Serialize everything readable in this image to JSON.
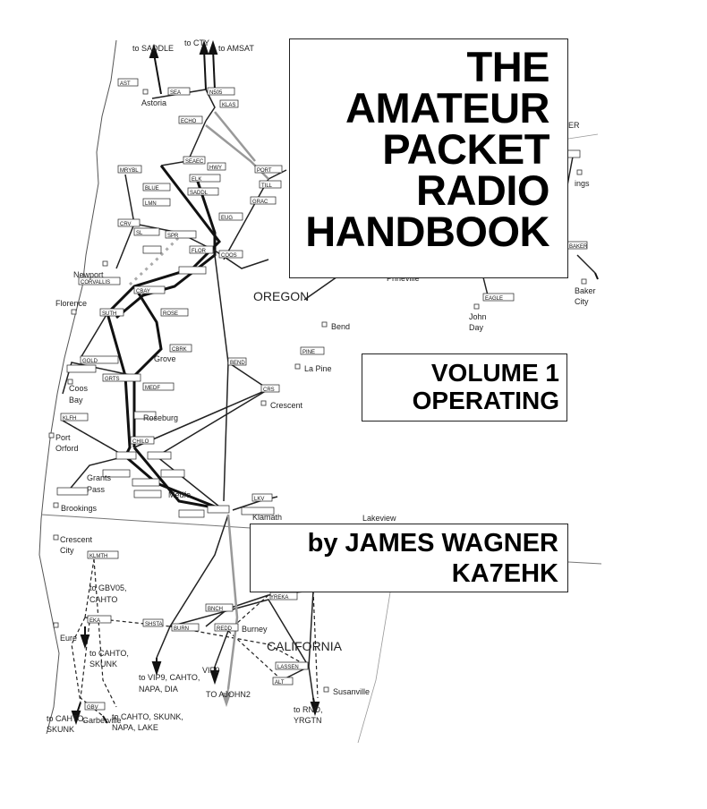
{
  "title_block": {
    "lines": [
      "THE",
      "AMATEUR",
      "PACKET",
      "RADIO",
      "HANDBOOK"
    ]
  },
  "volume_block": {
    "line1": "VOLUME 1",
    "line2": "OPERATING"
  },
  "author_block": {
    "line1": "by JAMES WAGNER",
    "line2": "KA7EHK"
  },
  "map": {
    "states": {
      "oregon": "OREGON",
      "california": "CALIFORNIA"
    },
    "places": {
      "astoria": "Astoria",
      "newport": "Newport",
      "florence": "Florence",
      "coos": "Coos",
      "bay": "Bay",
      "port": "Port",
      "orford": "Orford",
      "grants": "Grants",
      "pass": "Pass",
      "brookings": "Brookings",
      "crescent": "Crescent",
      "city": "City",
      "bend": "Bend",
      "la_pine": "La Pine",
      "crescent_east": "Crescent",
      "lakeview": "Lakeview",
      "john": "John",
      "day": "Day",
      "baker": "Baker",
      "baker_city": "City",
      "burney": "Burney",
      "susanville": "Susanville",
      "eureka": "Eure",
      "garberville": "Garberville",
      "grove": "Grove",
      "roseburg": "Roseburg",
      "medford": "Medfo",
      "klamath": "Klamath",
      "prineville": "Prineville",
      "ings": "ings",
      "er": "ER"
    },
    "links": {
      "to_saddle": "to SADDLE",
      "to_cty": "to CTY",
      "to_amsat": "to AMSAT",
      "to_gbv05": "to GBV05,",
      "to_gbv05_b": "CAHTO",
      "to_cahto": "to CAHTO,",
      "to_cahto_b": "SKUNK",
      "to_vip9": "to VIP9, CAHTO,",
      "to_vip9_b": "NAPA, DIA",
      "vip9": "VIP9",
      "to_john2": "TO AJOHN2",
      "to_rno": "to RNO,",
      "to_rno_b": "YRGTN",
      "to_cahto_sk": "to CAHTO, SKUNK,",
      "to_cahto_sk_b": "NAPA, LAKE",
      "to_cahto_w": "to CAHTO,",
      "to_cahto_w_b": "SKUNK"
    },
    "nodes": {
      "n1": "AST",
      "n2": "SEA",
      "n3": "N505",
      "n4": "KLAS",
      "n5": "ECHO",
      "n6": "SEAEC",
      "n7": "HWY",
      "n8": "MRYBL",
      "n9": "ELK",
      "n10": "BLUE",
      "n11": "SADDL",
      "n12": "PORT",
      "n13": "TILL",
      "n14": "GRAC",
      "n15": "LMN",
      "n16": "CRV",
      "n17": "CORVALLIS",
      "n18": "SL",
      "n19": "EUG",
      "n20": "SPR",
      "n21": "FLOR",
      "n22": "COOS",
      "n23": "CBAY",
      "n24": "SUTH",
      "n25": "ROSE",
      "n26": "CBRK",
      "n27": "GOLD",
      "n28": "GRTS",
      "n29": "MEDF",
      "n30": "KLFH",
      "n31": "CHILO",
      "n32": "EAGLE",
      "n33": "BAKER",
      "n34": "PINE",
      "n35": "BEND",
      "n36": "CRS",
      "n37": "LKV",
      "n38": "YREKA",
      "n39": "BNCH",
      "n40": "REDD",
      "n41": "LASSEN",
      "n42": "ALT",
      "n43": "EKA",
      "n44": "GBV",
      "n45": "KLMTH",
      "n46": "BURN",
      "n47": "SHSTA"
    }
  }
}
